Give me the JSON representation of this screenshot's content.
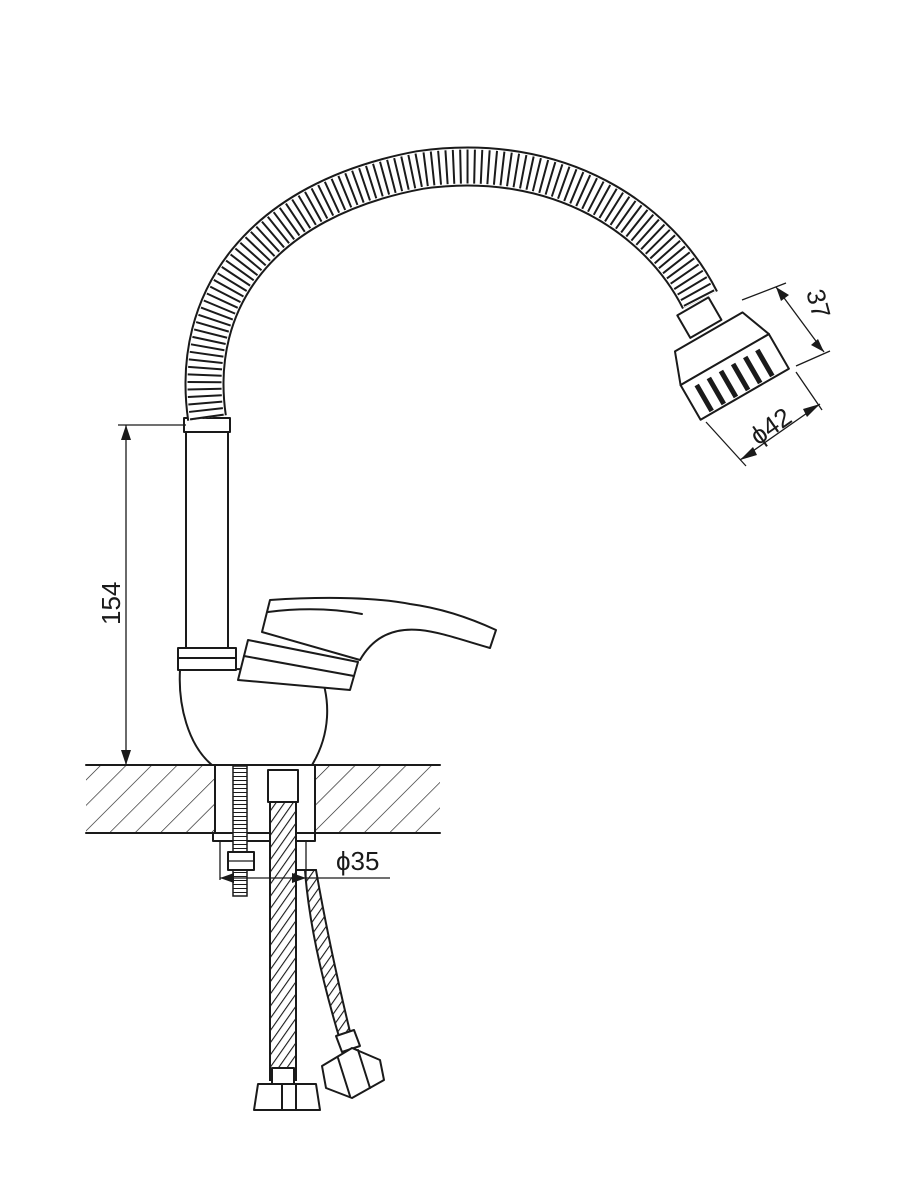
{
  "dimensions": {
    "spout_height": "154",
    "head_height": "37",
    "head_diameter": "ϕ42",
    "base_diameter": "ϕ35"
  },
  "colors": {
    "line": "#1a1a1a",
    "background": "#ffffff"
  }
}
